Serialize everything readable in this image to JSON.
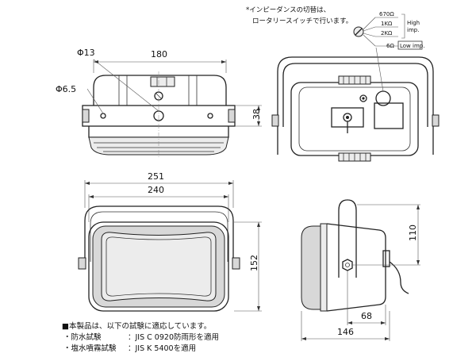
{
  "top_view": {
    "dim_phi13": "Φ13",
    "dim_180": "180",
    "dim_phi65": "Φ6.5",
    "dim_38": "38"
  },
  "rear_view": {
    "note_line1": "*インピーダンスの切替は、",
    "note_line2": "ロータリースイッチで行います。",
    "imp_670": "670Ω",
    "imp_1k": "1KΩ",
    "imp_2k": "2KΩ",
    "imp_6": "6Ω",
    "high_imp_1": "High",
    "high_imp_2": "imp.",
    "low_imp": "Low imp."
  },
  "front_view": {
    "dim_251": "251",
    "dim_240": "240",
    "dim_152": "152"
  },
  "side_view": {
    "dim_110": "110",
    "dim_68": "68",
    "dim_146": "146"
  },
  "footer": {
    "line1": "■本製品は、以下の試験に適応しています。",
    "line2_label": "・防水試験",
    "line2_value": "：JIS C 0920防雨形を適用",
    "line3_label": "・塩水噴霧試験",
    "line3_value": "：JIS K 5400を適用"
  }
}
